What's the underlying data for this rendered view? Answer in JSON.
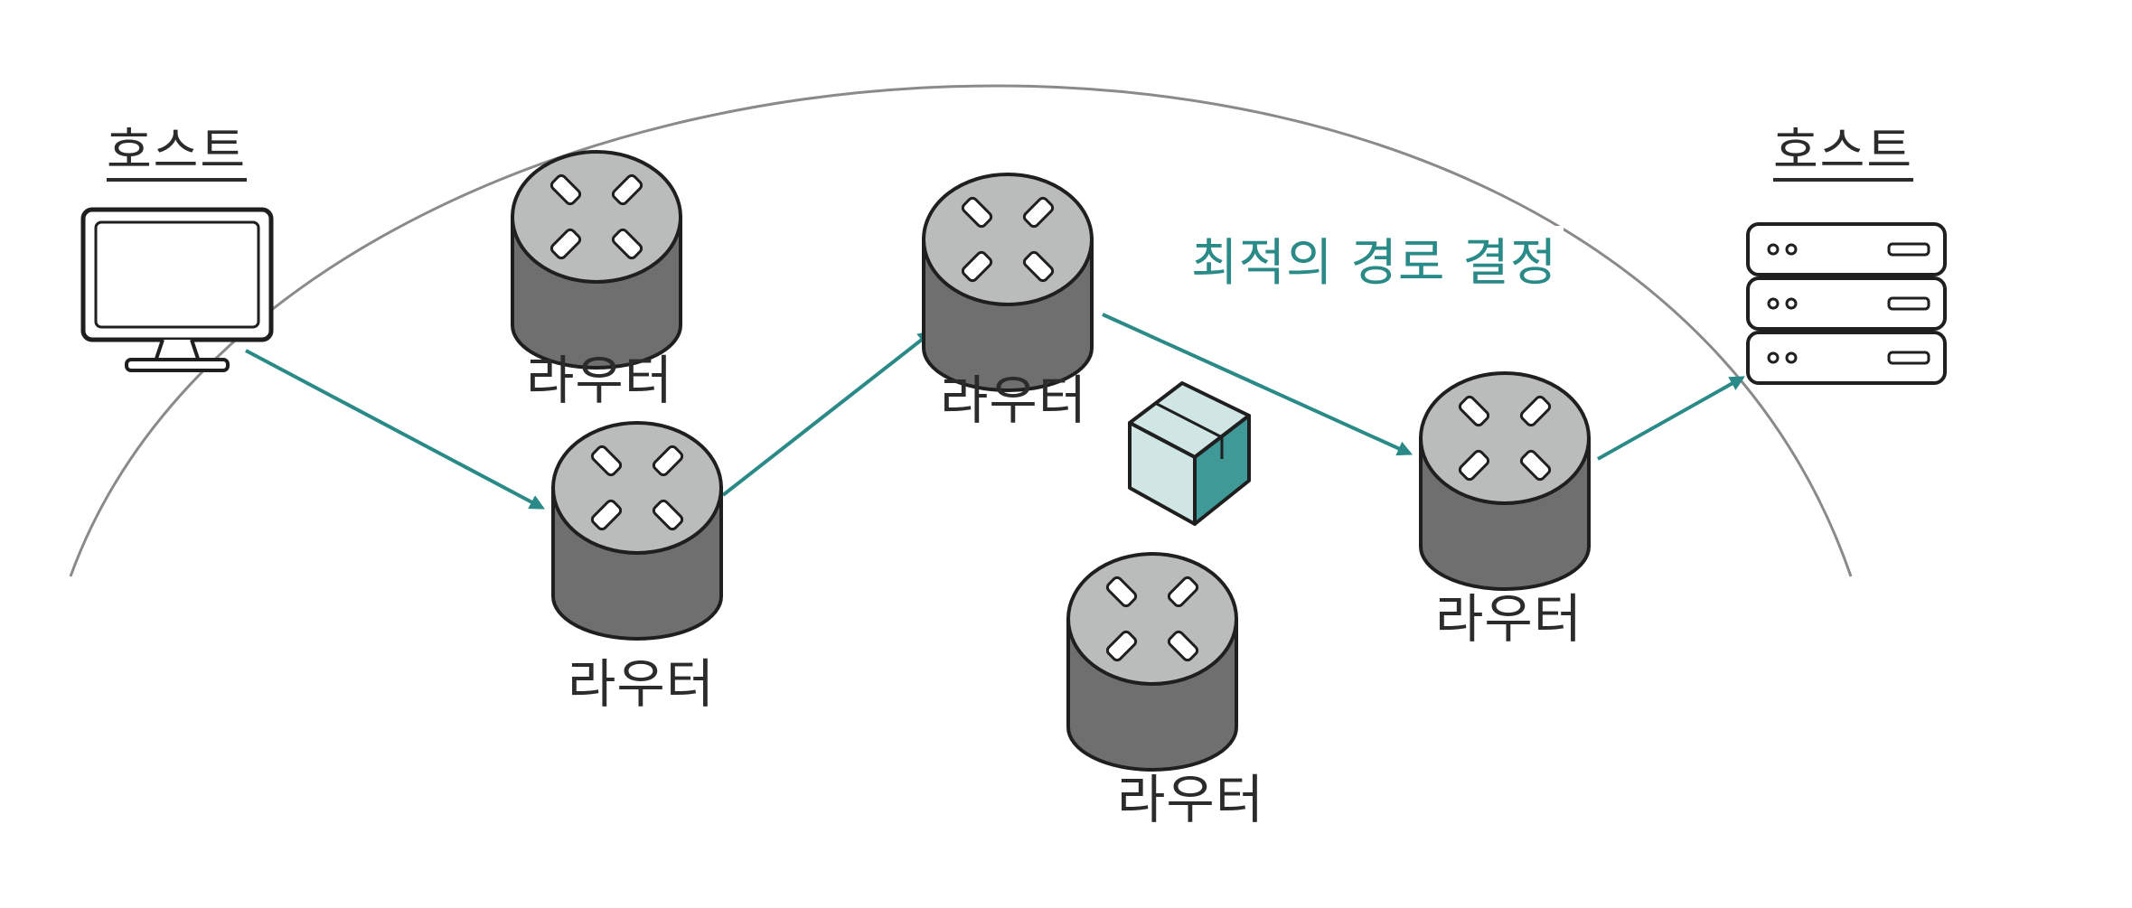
{
  "colors": {
    "accent": "#2a8a88",
    "router_top": "#b9bcbb",
    "router_side": "#6e6f6e",
    "outline": "#1f1f1f",
    "packet_light": "#cfe6e4",
    "packet_dark": "#3f9a97",
    "arc": "#8a8a8a"
  },
  "labels": {
    "host_left": "호스트",
    "host_right": "호스트",
    "router_1": "라우터",
    "router_2": "라우터",
    "router_3": "라우터",
    "router_4": "라우터",
    "router_5": "라우터",
    "route_decision": "최적의 경로 결정"
  },
  "icons": {
    "host_left": "monitor-icon",
    "host_right": "server-icon",
    "router": "router-icon",
    "packet": "package-box-icon"
  }
}
